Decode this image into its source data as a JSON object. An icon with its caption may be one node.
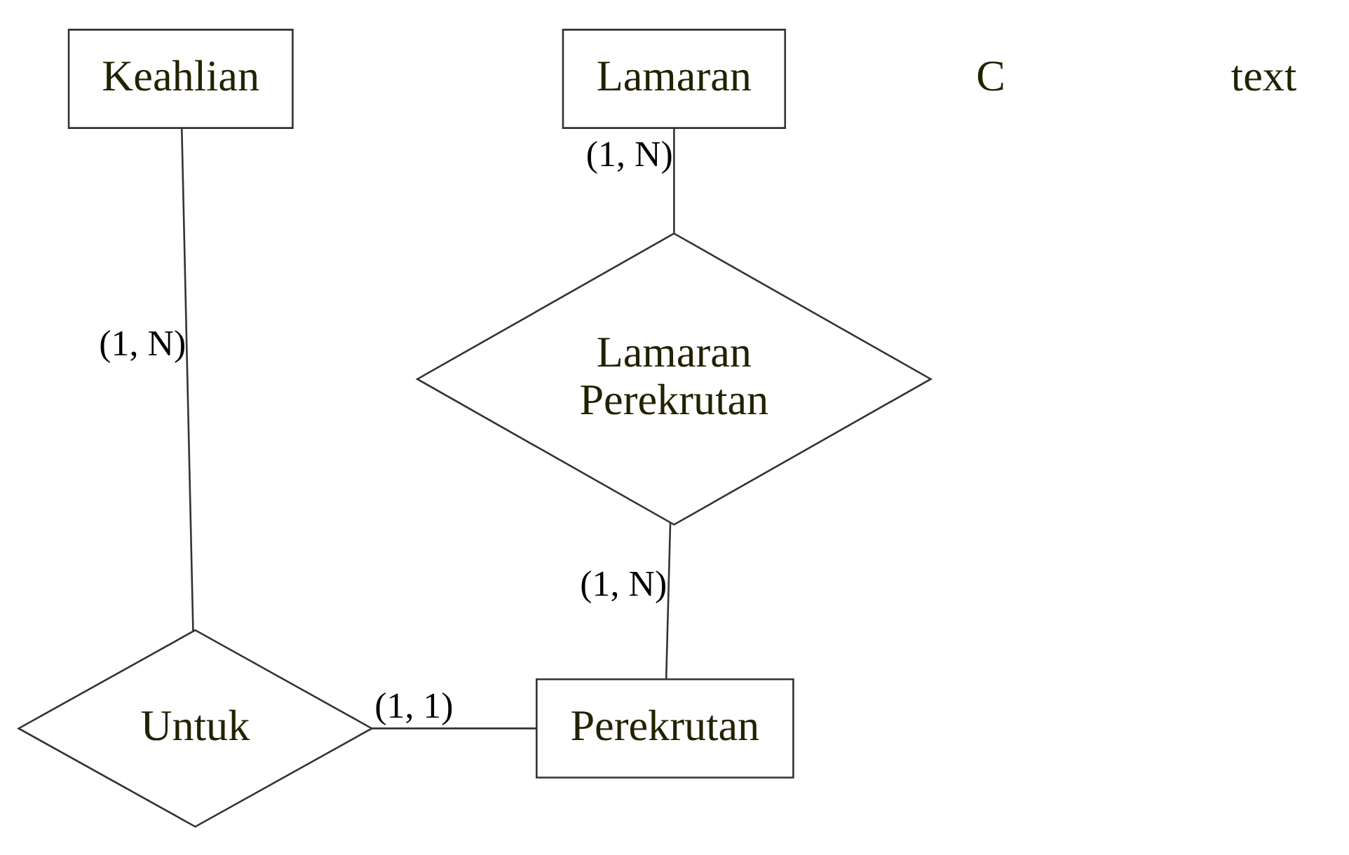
{
  "diagram": {
    "nodes": [
      {
        "text": [
          "Keahlian"
        ]
      },
      {
        "text": [
          "Lamaran"
        ]
      },
      {
        "text": [
          "Lamaran Perekrutan"
        ]
      },
      {
        "text": [
          "Untuk"
        ]
      },
      {
        "text": [
          "Perekrutan"
        ]
      }
    ],
    "edges": [
      {
        "from": 0,
        "to": 3,
        "arrow": "none",
        "label": "(1, N)"
      },
      {
        "from": 1,
        "to": 2,
        "arrow": "none",
        "label": "(1, N)"
      },
      {
        "from": 2,
        "to": 4,
        "arrow": "none",
        "label": "(1, N)"
      },
      {
        "from": 3,
        "to": 4,
        "arrow": "none",
        "label": "(1, 1)"
      }
    ],
    "labels": [
      "C",
      "text"
    ]
  }
}
